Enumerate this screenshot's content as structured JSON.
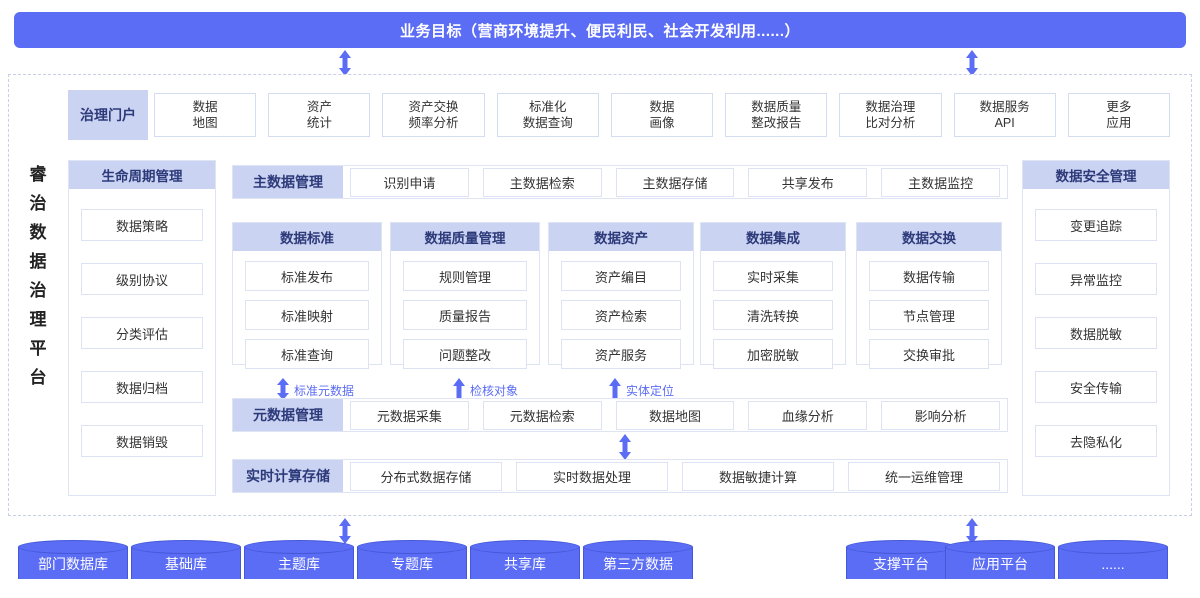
{
  "banner": {
    "title": "业务目标（营商环境提升、便民利民、社会开发利用......）"
  },
  "platform": {
    "vertical_title": "睿治数据治理平台"
  },
  "portal": {
    "label": "治理门户",
    "cards": [
      {
        "line1": "数据",
        "line2": "地图"
      },
      {
        "line1": "资产",
        "line2": "统计"
      },
      {
        "line1": "资产交换",
        "line2": "频率分析"
      },
      {
        "line1": "标准化",
        "line2": "数据查询"
      },
      {
        "line1": "数据",
        "line2": "画像"
      },
      {
        "line1": "数据质量",
        "line2": "整改报告"
      },
      {
        "line1": "数据治理",
        "line2": "比对分析"
      },
      {
        "line1": "数据服务",
        "line2": "API"
      },
      {
        "line1": "更多",
        "line2": "应用"
      }
    ]
  },
  "lifecycle": {
    "title": "生命周期管理",
    "items": [
      "数据策略",
      "级别协议",
      "分类评估",
      "数据归档",
      "数据销毁"
    ]
  },
  "security": {
    "title": "数据安全管理",
    "items": [
      "变更追踪",
      "异常监控",
      "数据脱敏",
      "安全传输",
      "去隐私化"
    ]
  },
  "master_data": {
    "label": "主数据管理",
    "items": [
      "识别申请",
      "主数据检索",
      "主数据存储",
      "共享发布",
      "主数据监控"
    ]
  },
  "columns": [
    {
      "title": "数据标准",
      "items": [
        "标准发布",
        "标准映射",
        "标准查询"
      ]
    },
    {
      "title": "数据质量管理",
      "items": [
        "规则管理",
        "质量报告",
        "问题整改"
      ]
    },
    {
      "title": "数据资产",
      "items": [
        "资产编目",
        "资产检索",
        "资产服务"
      ]
    },
    {
      "title": "数据集成",
      "items": [
        "实时采集",
        "清洗转换",
        "加密脱敏"
      ]
    },
    {
      "title": "数据交换",
      "items": [
        "数据传输",
        "节点管理",
        "交换审批"
      ]
    }
  ],
  "flow_notes": [
    {
      "label": "标准元数据",
      "arrow": "double"
    },
    {
      "label": "检核对象",
      "arrow": "up"
    },
    {
      "label": "实体定位",
      "arrow": "up"
    }
  ],
  "metadata": {
    "label": "元数据管理",
    "items": [
      "元数据采集",
      "元数据检索",
      "数据地图",
      "血缘分析",
      "影响分析"
    ]
  },
  "compute": {
    "label": "实时计算存储",
    "items": [
      "分布式数据存储",
      "实时数据处理",
      "数据敏捷计算",
      "统一运维管理"
    ]
  },
  "databases_left": [
    "部门数据库",
    "基础库",
    "主题库",
    "专题库",
    "共享库",
    "第三方数据"
  ],
  "databases_right": [
    "支撑平台",
    "应用平台",
    "......"
  ],
  "colors": {
    "primary": "#5B6CF5",
    "header_bg": "#CBD3F2",
    "border": "#dde3f3"
  }
}
